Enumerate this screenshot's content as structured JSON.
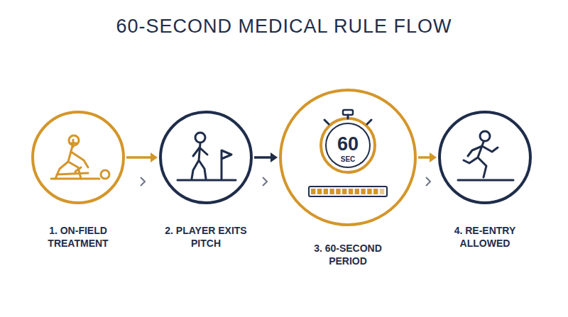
{
  "diagram": {
    "title": "60-SECOND MEDICAL RULE FLOW",
    "nodes": [
      {
        "text": [
          "1. ON-FIELD TREATMENT"
        ]
      },
      {
        "text": [
          "2. PLAYER EXITS PITCH"
        ]
      },
      {
        "text": [
          "60",
          "SEC",
          "3. 60-SECOND PERIOD"
        ]
      },
      {
        "text": [
          "4. RE-ENTRY ALLOWED"
        ]
      }
    ],
    "edges": [
      {
        "from": 0,
        "to": 1,
        "arrow": "to"
      },
      {
        "from": 1,
        "to": 2,
        "arrow": "to"
      },
      {
        "from": 2,
        "to": 3,
        "arrow": "to"
      }
    ]
  }
}
